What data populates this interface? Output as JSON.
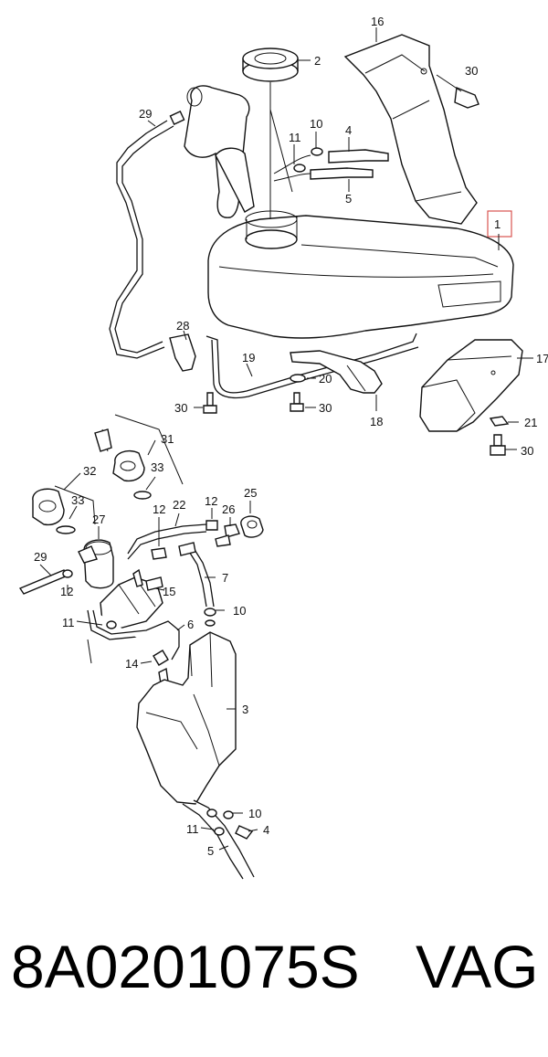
{
  "callouts": {
    "c16": "16",
    "c2": "2",
    "c30a": "30",
    "c29a": "29",
    "c10a": "10",
    "c11a": "11",
    "c4a": "4",
    "c5a": "5",
    "c1": "1",
    "c28": "28",
    "c19": "19",
    "c20": "20",
    "c30b": "30",
    "c30c": "30",
    "c18": "18",
    "c17": "17",
    "c21": "21",
    "c30d": "30",
    "c31": "31",
    "c32": "32",
    "c33a": "33",
    "c33b": "33",
    "c27": "27",
    "c22": "22",
    "c12a": "12",
    "c12b": "12",
    "c26": "26",
    "c25": "25",
    "c29b": "29",
    "c12c": "12",
    "c7": "7",
    "c15": "15",
    "c10b": "10",
    "c11b": "11",
    "c6": "6",
    "c14": "14",
    "c3": "3",
    "c10c": "10",
    "c11c": "11",
    "c4b": "4",
    "c5b": "5"
  },
  "footer": {
    "part_number": "8A0201075S",
    "brand": "VAG"
  },
  "colors": {
    "highlight_box": "#d9534f",
    "line": "#111111"
  }
}
